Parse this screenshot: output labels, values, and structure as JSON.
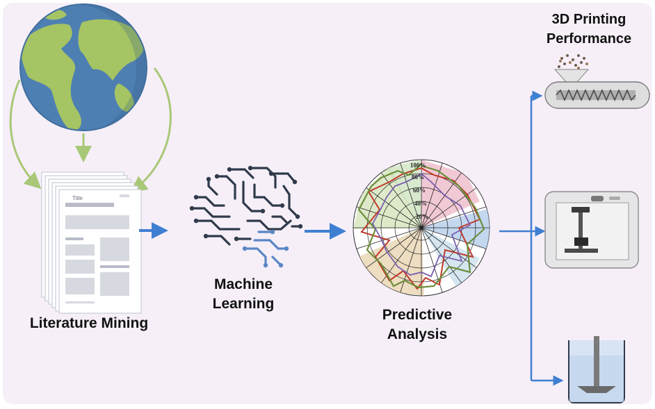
{
  "labels": {
    "literature_mining": "Literature Mining",
    "machine_learning_line1": "Machine",
    "machine_learning_line2": "Learning",
    "predictive_line1": "Predictive",
    "predictive_line2": "Analysis",
    "printing_line1": "3D Printing",
    "printing_line2": "Performance"
  },
  "document": {
    "title": "Title"
  },
  "radar": {
    "tick_labels": [
      "100%",
      "80%",
      "60%",
      "40%",
      "20%"
    ],
    "spoke_count": 20
  },
  "colors": {
    "background": "#f6eff8",
    "arrow_green": "#a8c877",
    "arrow_blue": "#3f7fd1",
    "ocean": "#4e7fb3",
    "land": "#a5c463",
    "brain_dark": "#2f3a4a",
    "brain_blue": "#5a86c4",
    "doc_gray": "#d6d9e0"
  }
}
